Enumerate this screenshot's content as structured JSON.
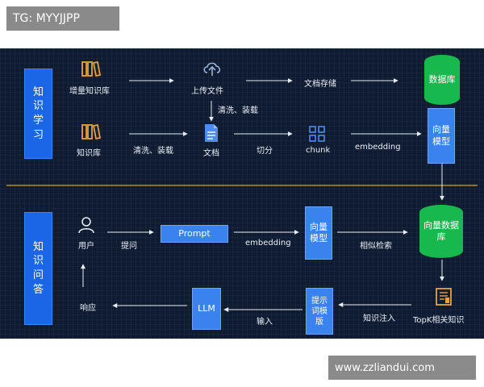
{
  "watermark_top": "TG: MYYJJPP",
  "watermark_bottom": "www.zzliandui.com",
  "sections": {
    "learn": "知识学习",
    "qa": "知识问答"
  },
  "learn": {
    "incremental_kb": "增量知识库",
    "upload_file": "上传文件",
    "file_storage": "文档存储",
    "database": "数据库",
    "clean_load_1": "清洗、装载",
    "kb": "知识库",
    "clean_load_2": "清洗、装载",
    "document": "文档",
    "split": "切分",
    "chunk": "chunk",
    "embedding": "embedding",
    "vector_model": "向量模型"
  },
  "qa": {
    "user": "用户",
    "ask": "提问",
    "prompt": "Prompt",
    "embedding": "embedding",
    "vector_model": "向量模型",
    "similarity_search": "相似检索",
    "vector_db": "向量数据库",
    "respond": "响应",
    "llm": "LLM",
    "input": "输入",
    "prompt_template": "提示词模版",
    "knowledge_inject": "知识注入",
    "topk": "TopK相关知识"
  },
  "colors": {
    "background": "#0e1b30",
    "section_box": "#1b66e6",
    "process_box": "#3a82ee",
    "database": "#17b84e",
    "divider": "#c9a227",
    "icon_orange": "#e8a23a",
    "icon_blue": "#4a8cf0"
  }
}
